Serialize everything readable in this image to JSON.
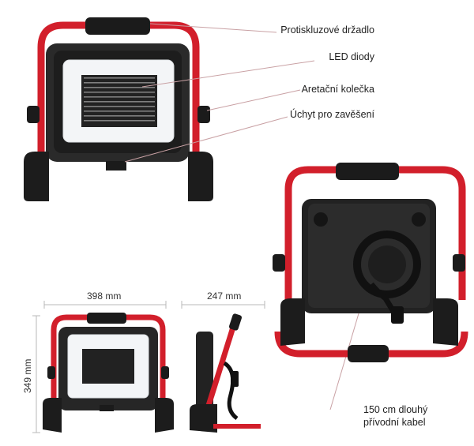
{
  "labels": {
    "handle": "Protiskluzové držadlo",
    "led": "LED diody",
    "knob": "Aretační kolečka",
    "hook": "Úchyt pro zavěšení",
    "cable_line1": "150 cm dlouhý",
    "cable_line2": "přívodní kabel"
  },
  "dimensions": {
    "width": "398 mm",
    "depth": "247 mm",
    "height": "349 mm"
  },
  "colors": {
    "frame_red": "#d21f2b",
    "body_black": "#1e1e1e",
    "led_panel": "#f4f6f8",
    "leader_line": "#c9a1a4"
  }
}
